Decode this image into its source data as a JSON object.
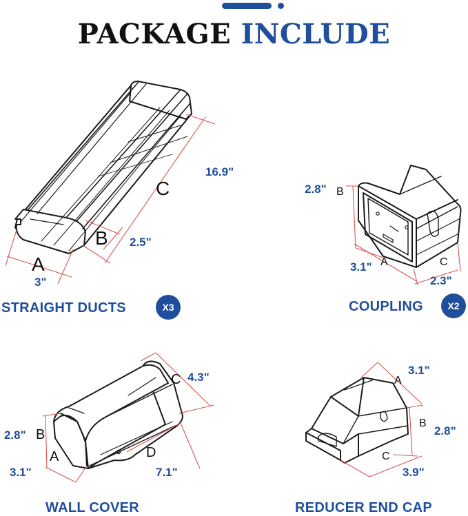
{
  "header": {
    "title_dark": "PACKAGE",
    "title_blue": "INCLUDE"
  },
  "colors": {
    "brand_blue": "#1f4e9c",
    "dimension_red": "#d9534f",
    "outline": "#1a1a1a"
  },
  "products": {
    "straight_ducts": {
      "label": "STRAIGHT DUCTS",
      "quantity": "X3",
      "dims": {
        "a": "3\"",
        "b": "2.5\"",
        "c": "16.9\""
      },
      "letters": {
        "a": "A",
        "b": "B",
        "c": "C"
      }
    },
    "coupling": {
      "label": "COUPLING",
      "quantity": "X2",
      "dims": {
        "a": "3.1\"",
        "b": "2.8\"",
        "c": "2.3\""
      },
      "letters": {
        "a": "A",
        "b": "B",
        "c": "C"
      }
    },
    "wall_cover": {
      "label": "WALL COVER",
      "dims": {
        "a": "3.1\"",
        "b": "2.8\"",
        "c": "4.3\"",
        "d": "7.1\""
      },
      "letters": {
        "a": "A",
        "b": "B",
        "c": "C",
        "d": "D"
      }
    },
    "reducer_end_cap": {
      "label": "REDUCER END CAP",
      "dims": {
        "a": "3.1\"",
        "b": "2.8\"",
        "c": "3.9\""
      },
      "letters": {
        "a": "A",
        "b": "B",
        "c": "C"
      }
    }
  }
}
